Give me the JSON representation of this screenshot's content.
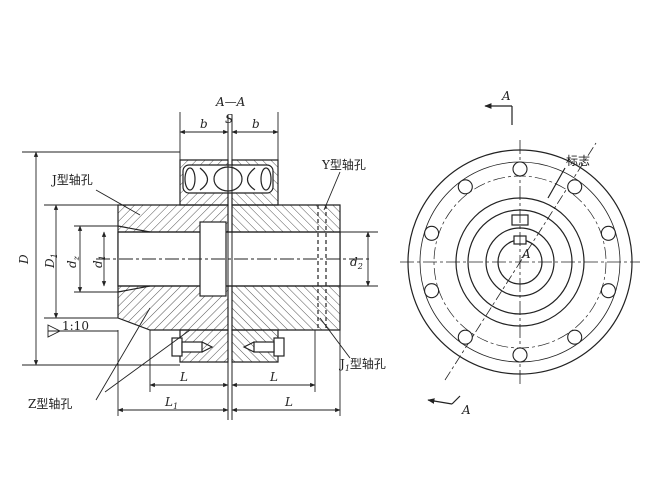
{
  "labels": {
    "section": "A—A",
    "s": "S",
    "b_left": "b",
    "b_right": "b",
    "j_hole": "J型轴孔",
    "y_hole": "Y型轴孔",
    "z_hole": "Z型轴孔",
    "j1_hole_main": "J",
    "j1_hole_sub": "1",
    "j1_hole_rest": "型轴孔",
    "taper": "1:10",
    "D": "D",
    "D1_main": "D",
    "D1_sub": "1",
    "d1_left_main": "d",
    "d1_left_sub": "1",
    "dz_main": "d",
    "dz_sub": "z",
    "d2_main": "d",
    "d2_sub": "2",
    "L_left": "L",
    "L_right_top": "L",
    "L1_main": "L",
    "L1_sub": "1",
    "L_right_bottom": "L",
    "mark": "标志",
    "A_top": "A",
    "A_bottom": "A",
    "A_center": "A"
  },
  "colors": {
    "line": "#222222",
    "hatch": "#555555",
    "background": "#ffffff"
  }
}
